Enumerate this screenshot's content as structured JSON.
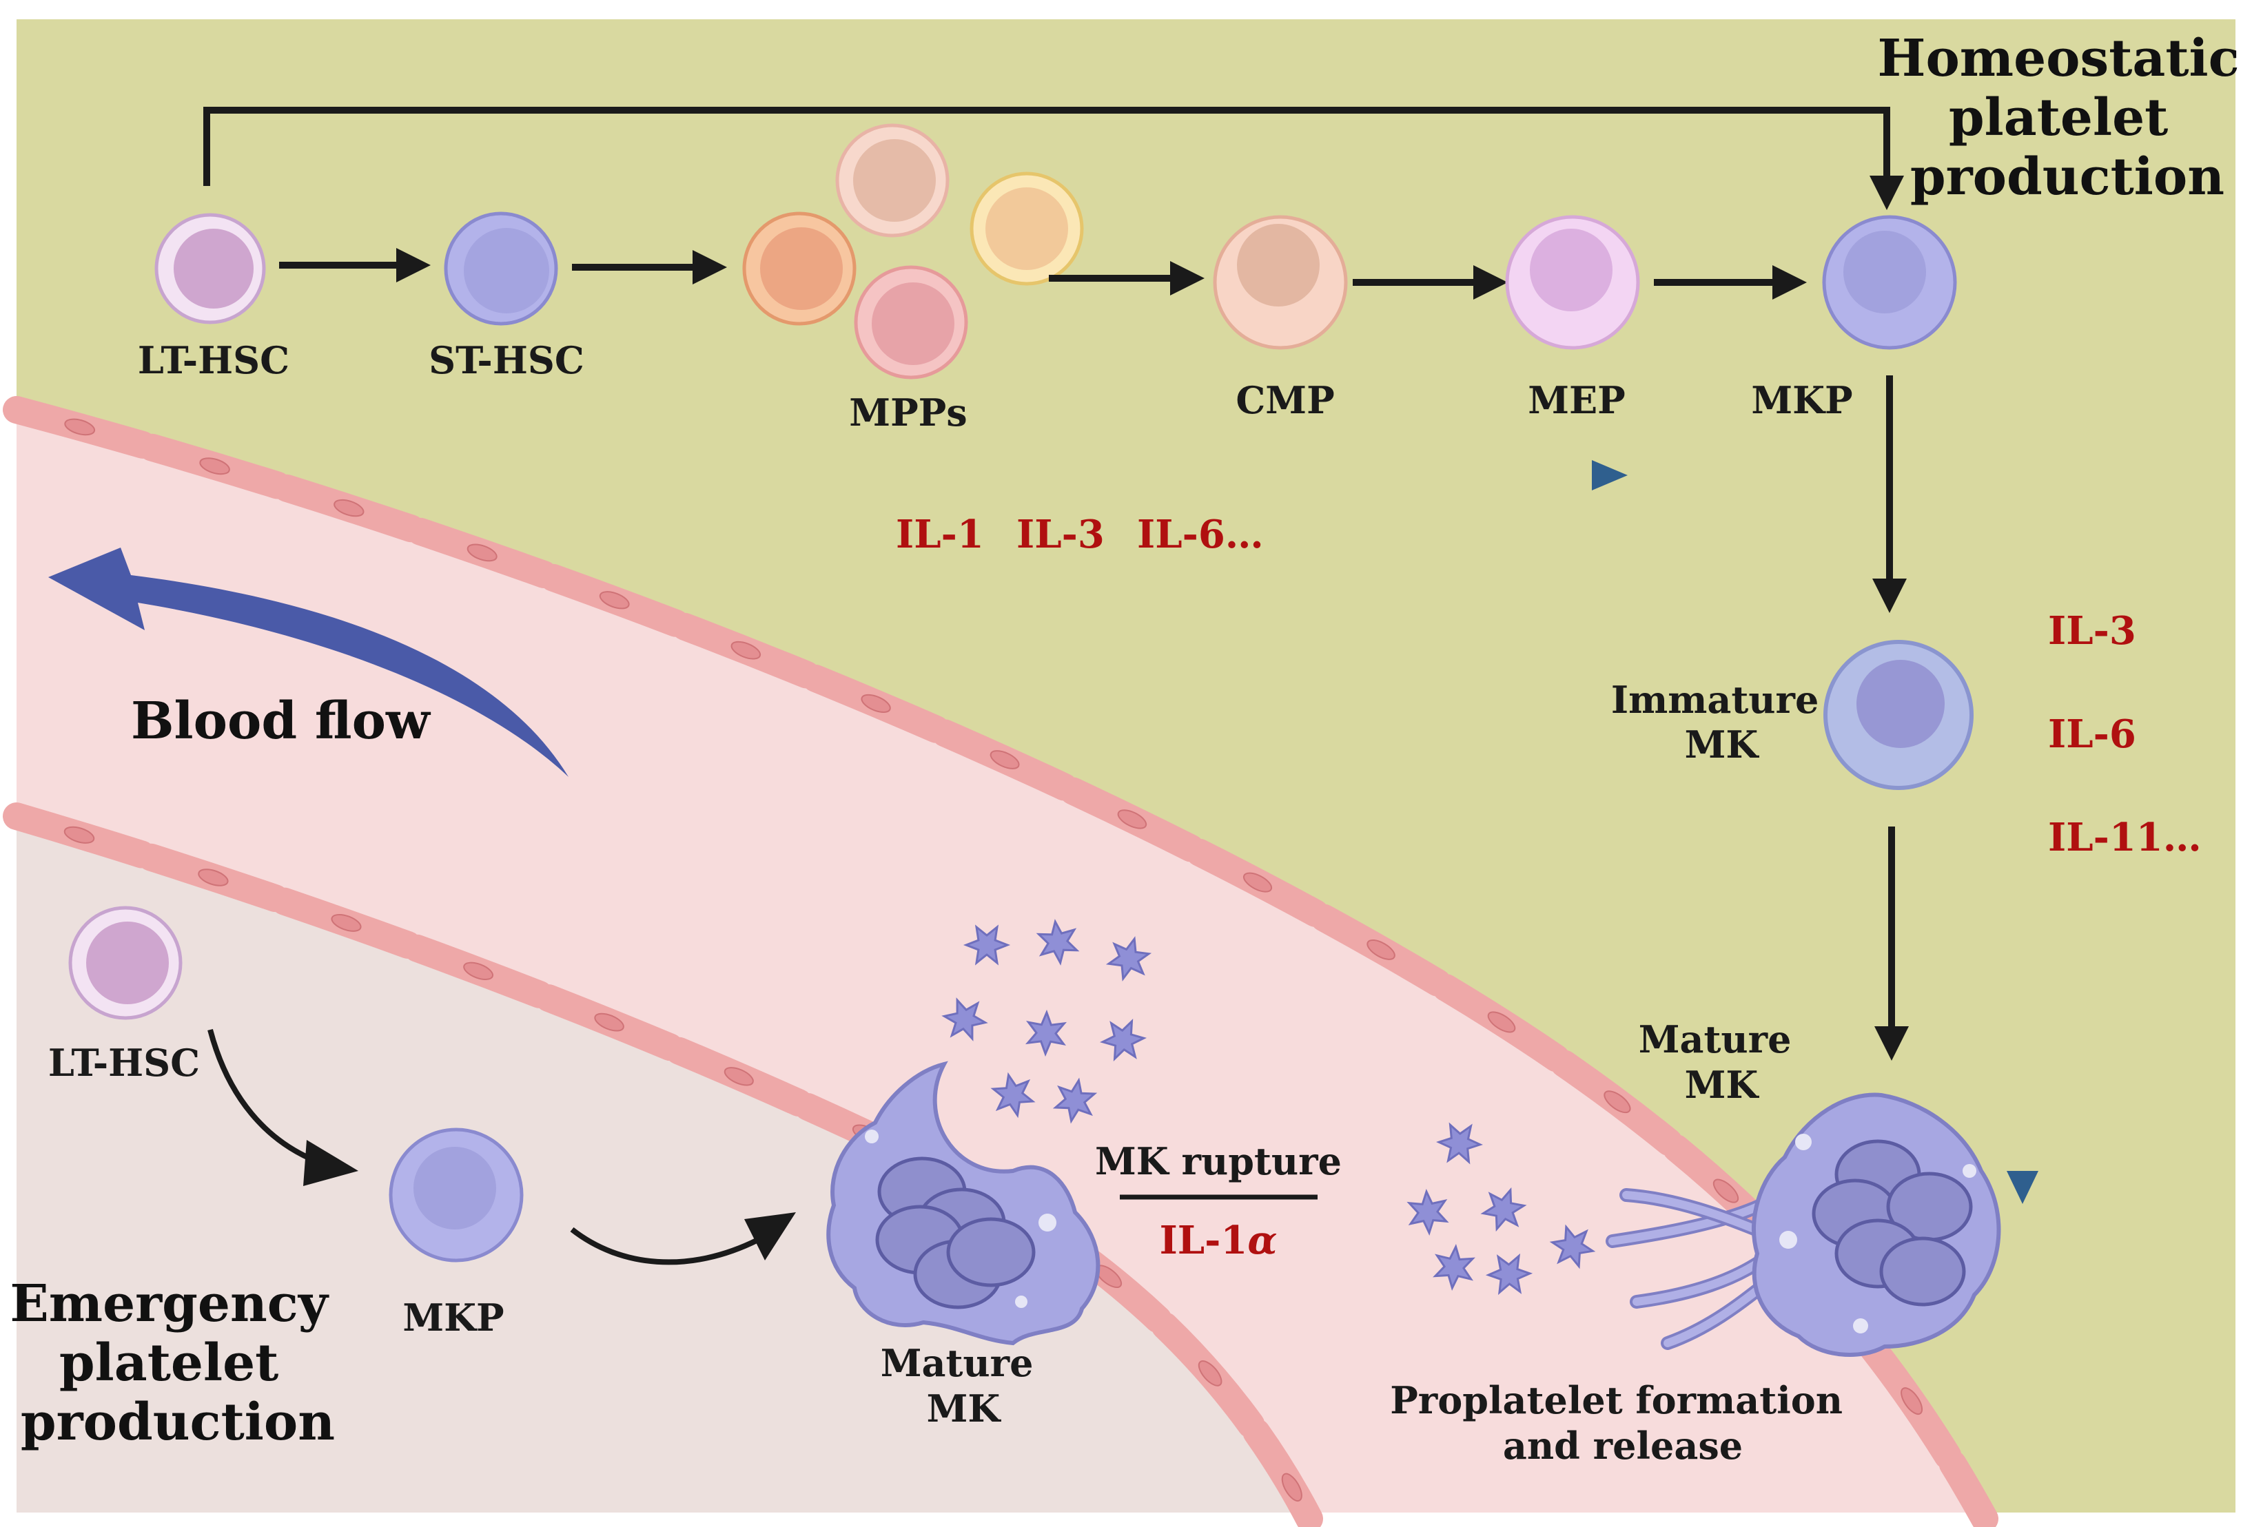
{
  "colors": {
    "marrow": "#d9d9a0",
    "vessel": "#f7dcdc",
    "tissue": "#ece0dd",
    "endothelium": "#eea8a8",
    "arrow": "#1a1a1a",
    "blue_arrow": "#2f5f8e",
    "blood_flow_arrow": "#4a5aa8",
    "cytokine_text": "#b01010",
    "megakaryocyte": "#9a9ad6",
    "platelet": "#8f8fd6"
  },
  "homeostatic": {
    "title_lines": [
      "Homeostatic",
      "platelet",
      "production"
    ],
    "stages": {
      "lt_hsc": "LT-HSC",
      "st_hsc": "ST-HSC",
      "mpps": "MPPs",
      "cmp": "CMP",
      "mep": "MEP",
      "mkp": "MKP",
      "immature_mk": [
        "Immature",
        "MK"
      ],
      "mature_mk": [
        "Mature",
        "MK"
      ]
    },
    "cytokines_horizontal": [
      "IL-1",
      "IL-3",
      "IL-6…"
    ],
    "cytokines_vertical": [
      "IL-3",
      "IL-6",
      "IL-11…"
    ]
  },
  "blood_flow": "Blood flow",
  "emergency": {
    "title_lines": [
      "Emergency",
      "platelet",
      "production"
    ],
    "lt_hsc": "LT-HSC",
    "mkp": "MKP",
    "mature_mk": [
      "Mature",
      "MK"
    ],
    "rupture_label": "MK rupture",
    "rupture_cytokine": "IL-1",
    "rupture_cytokine_greek": "α"
  },
  "proplatelet": [
    "Proplatelet formation",
    "and release"
  ]
}
